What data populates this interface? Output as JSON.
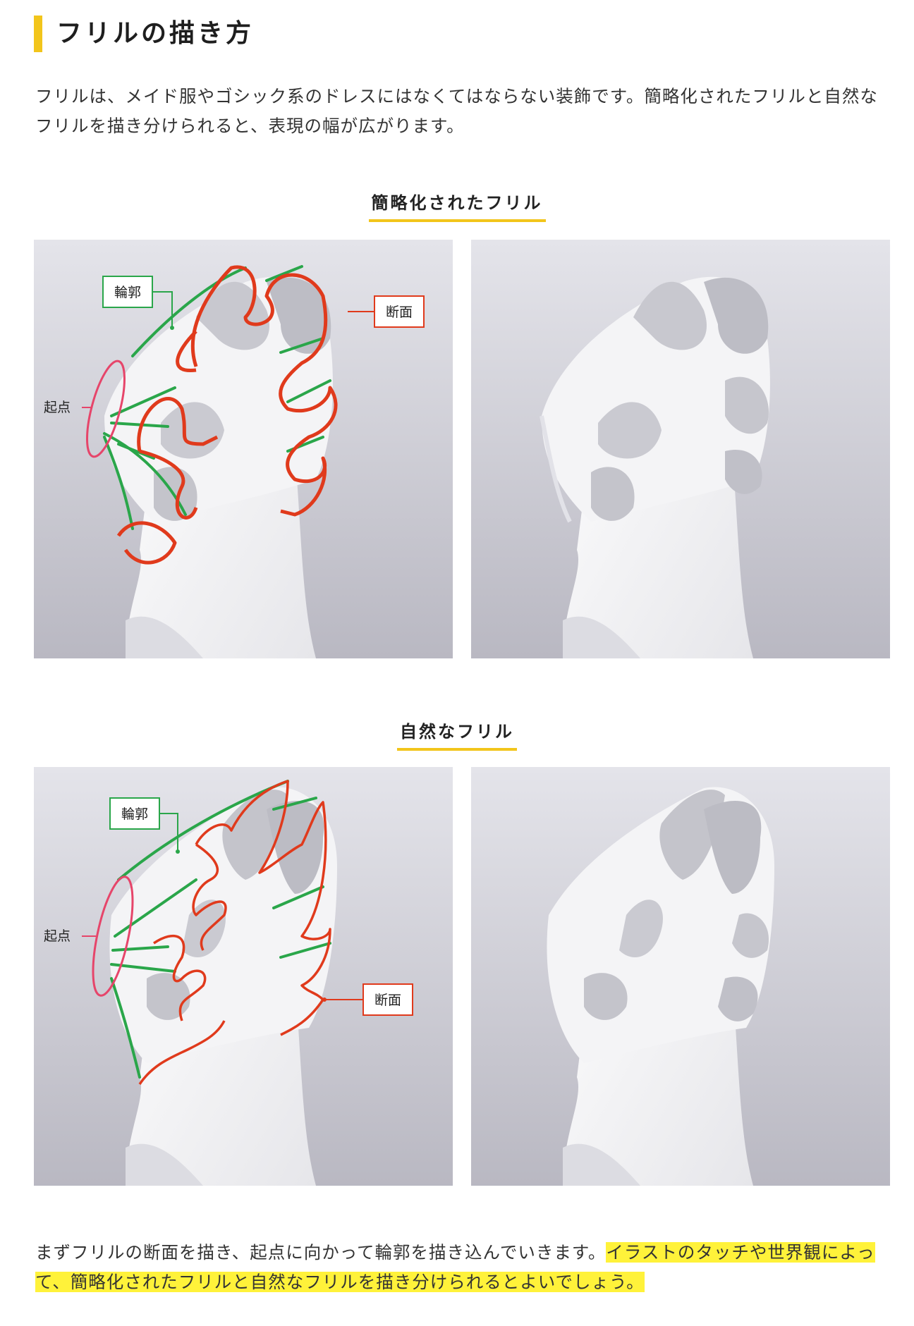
{
  "title": "フリルの描き方",
  "intro": "フリルは、メイド服やゴシック系のドレスにはなくてはならない装飾です。簡略化されたフリルと自然なフリルを描き分けられると、表現の幅が広がります。",
  "sections": [
    {
      "heading": "簡略化されたフリル",
      "labels": {
        "outline": "輪郭",
        "section": "断面",
        "origin": "起点"
      }
    },
    {
      "heading": "自然なフリル",
      "labels": {
        "outline": "輪郭",
        "section": "断面",
        "origin": "起点"
      }
    }
  ],
  "outro": {
    "plain": "まずフリルの断面を描き、起点に向かって輪郭を描き込んでいきます。",
    "highlight": "イラストのタッチや世界観によって、簡略化されたフリルと自然なフリルを描き分けられるとよいでしょう。"
  },
  "colors": {
    "accent": "#f2c51b",
    "outline_line": "#2aa64a",
    "section_line": "#e03a1c",
    "origin_ellipse": "#e6456a",
    "highlight": "#fff23a"
  }
}
